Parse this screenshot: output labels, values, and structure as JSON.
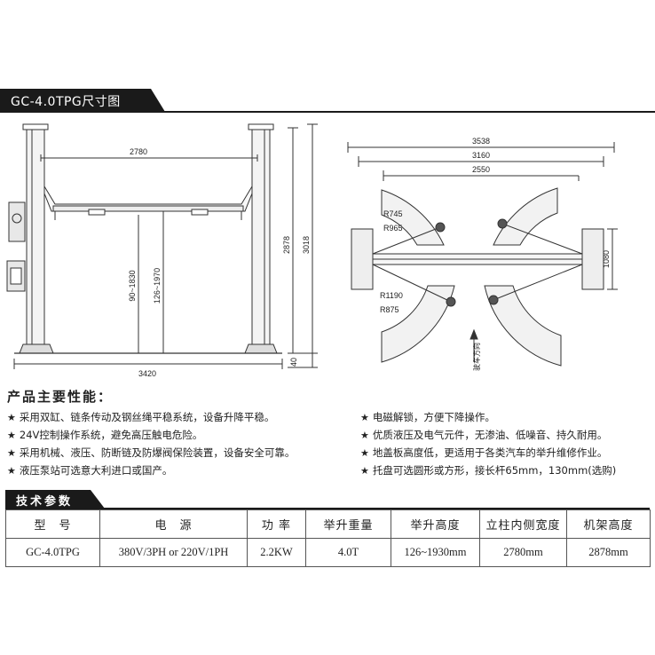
{
  "header": {
    "title": "GC-4.0TPG尺寸图"
  },
  "drawing": {
    "front": {
      "width_inner": "2780",
      "width_total": "3420",
      "height_column": "2878",
      "height_total": "3018",
      "lift_range_a": "90~1830",
      "lift_range_b": "126~1970",
      "base": "40"
    },
    "top": {
      "overall": "3538",
      "span_outer": "3160",
      "span_inner": "2550",
      "depth": "1080",
      "r_a": "R745",
      "r_b": "R965",
      "r_c": "R1190",
      "r_d": "R875",
      "direction_label": "驶车方向"
    }
  },
  "features": {
    "title": "产品主要性能：",
    "star": "★",
    "left": [
      "采用双缸、链条传动及钢丝绳平稳系统，设备升降平稳。",
      "24V控制操作系统，避免高压触电危险。",
      "采用机械、液压、防断链及防爆阀保险装置，设备安全可靠。",
      "液压泵站可选意大利进口或国产。"
    ],
    "right": [
      "电磁解锁，方便下降操作。",
      "优质液压及电气元件，无渗油、低噪音、持久耐用。",
      "地盖板高度低，更适用于各类汽车的举升维修作业。",
      "托盘可选圆形或方形，接长杆65mm，130mm(选购)"
    ]
  },
  "tech": {
    "title": "技术参数",
    "headers": [
      "型　号",
      "电　源",
      "功 率",
      "举升重量",
      "举升高度",
      "立柱内侧宽度",
      "机架高度"
    ],
    "values": [
      "GC-4.0TPG",
      "380V/3PH or 220V/1PH",
      "2.2KW",
      "4.0T",
      "126~1930mm",
      "2780mm",
      "2878mm"
    ]
  }
}
